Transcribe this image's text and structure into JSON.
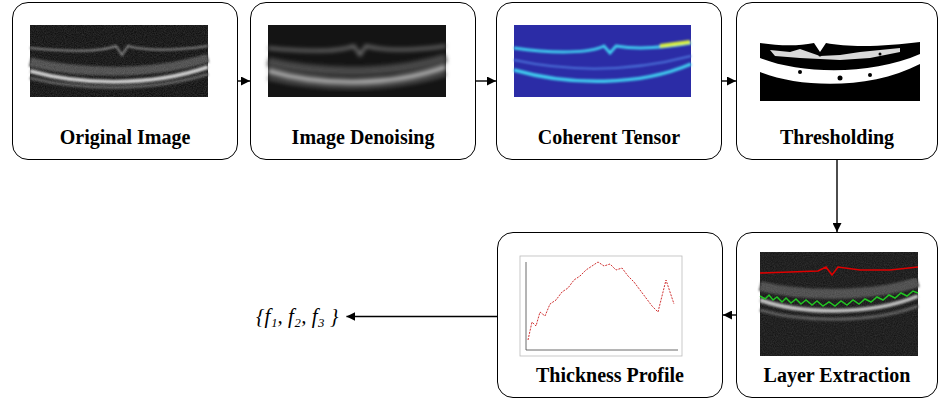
{
  "diagram": {
    "nodes": [
      {
        "text": [
          "Original Image"
        ]
      },
      {
        "text": [
          "Image Denoising"
        ]
      },
      {
        "text": [
          "Coherent Tensor"
        ]
      },
      {
        "text": [
          "Thresholding"
        ]
      },
      {
        "text": [
          "Layer Extraction"
        ]
      },
      {
        "text": [
          "Thickness Profile"
        ]
      },
      {
        "text": [
          "{f₁, f₂, f₃ }"
        ]
      }
    ],
    "edges": [
      {
        "from": 0,
        "to": 1,
        "arrow": "to"
      },
      {
        "from": 1,
        "to": 2,
        "arrow": "to"
      },
      {
        "from": 2,
        "to": 3,
        "arrow": "to"
      },
      {
        "from": 3,
        "to": 4,
        "arrow": "to"
      },
      {
        "from": 4,
        "to": 5,
        "arrow": "to"
      },
      {
        "from": 5,
        "to": 6,
        "arrow": "to"
      }
    ]
  }
}
